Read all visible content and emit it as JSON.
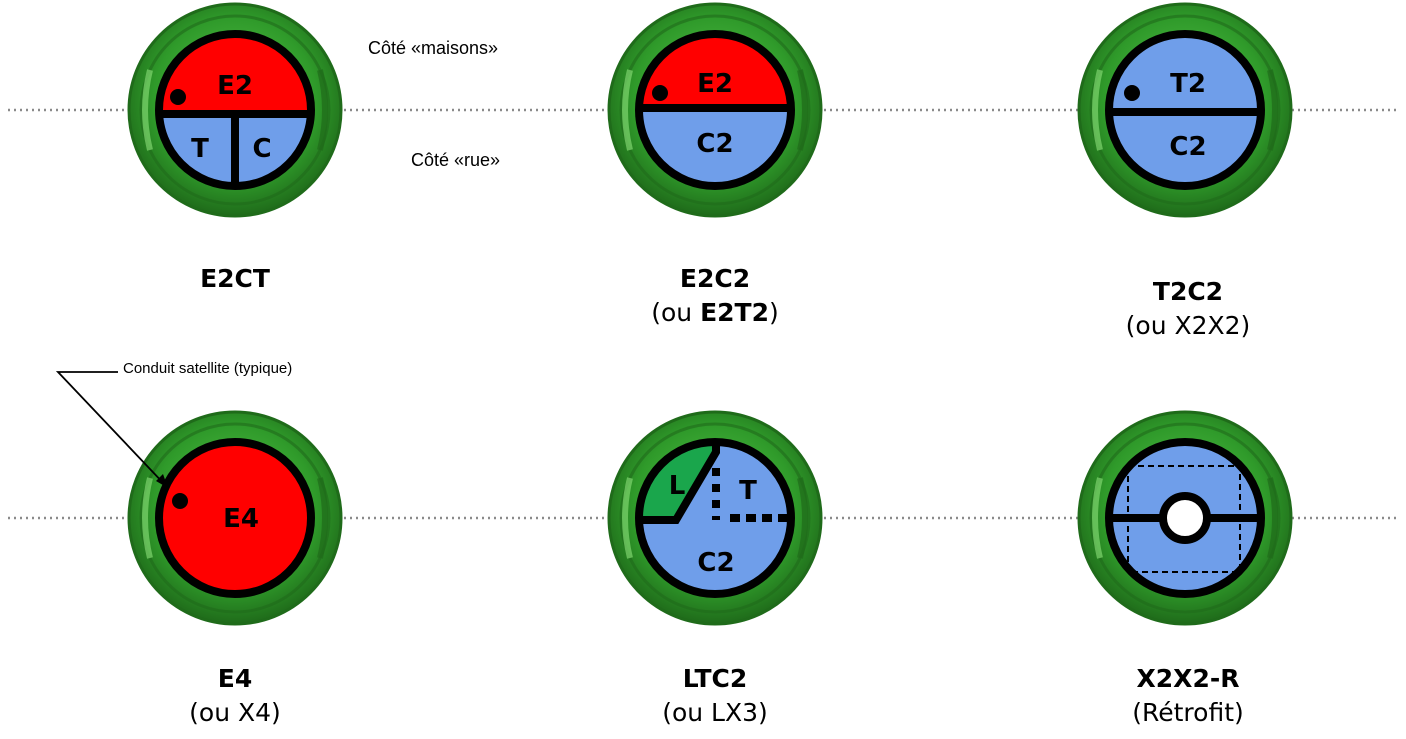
{
  "notes": {
    "top_side": "Côté «maisons»",
    "bottom_side": "Côté «rue»",
    "satellite": "Conduit satellite (typique)"
  },
  "units": [
    {
      "name": "E2CT",
      "alt_prefix": "",
      "alt_bold": "",
      "alt_suffix": "",
      "labels": {
        "top": "E2",
        "left": "T",
        "right": "C"
      },
      "colors": {
        "top": "#ff0000",
        "bottom": "#6f9eea"
      }
    },
    {
      "name": "E2C2",
      "alt_prefix": "(ou ",
      "alt_bold": "E2T2",
      "alt_suffix": ")",
      "labels": {
        "top": "E2",
        "bottom": "C2"
      },
      "colors": {
        "top": "#ff0000",
        "bottom": "#6f9eea"
      }
    },
    {
      "name": "T2C2",
      "alt_prefix": "(ou X2X2)",
      "alt_bold": "",
      "alt_suffix": "",
      "labels": {
        "top": "T2",
        "bottom": "C2"
      },
      "colors": {
        "top": "#6f9eea",
        "bottom": "#6f9eea"
      }
    },
    {
      "name": "E4",
      "alt_prefix": "(ou X4)",
      "alt_bold": "",
      "alt_suffix": "",
      "labels": {
        "center": "E4"
      },
      "colors": {
        "fill": "#ff0000"
      }
    },
    {
      "name": "LTC2",
      "alt_prefix": "(ou LX3)",
      "alt_bold": "",
      "alt_suffix": "",
      "labels": {
        "corner": "L",
        "right": "T",
        "bottom": "C2"
      },
      "colors": {
        "corner": "#1aa64c",
        "fill": "#6f9eea"
      }
    },
    {
      "name": "X2X2-R",
      "alt_prefix": "(Rétrofit)",
      "alt_bold": "",
      "alt_suffix": "",
      "labels": {},
      "colors": {
        "fill": "#6f9eea",
        "hole": "#ffffff"
      }
    }
  ],
  "colors": {
    "ring_dark": "#1f6b1a",
    "ring_mid": "#2f9a2a",
    "ring_light": "#5cc64f",
    "divider": "#000000",
    "guide_line": "#8a8a8a"
  }
}
